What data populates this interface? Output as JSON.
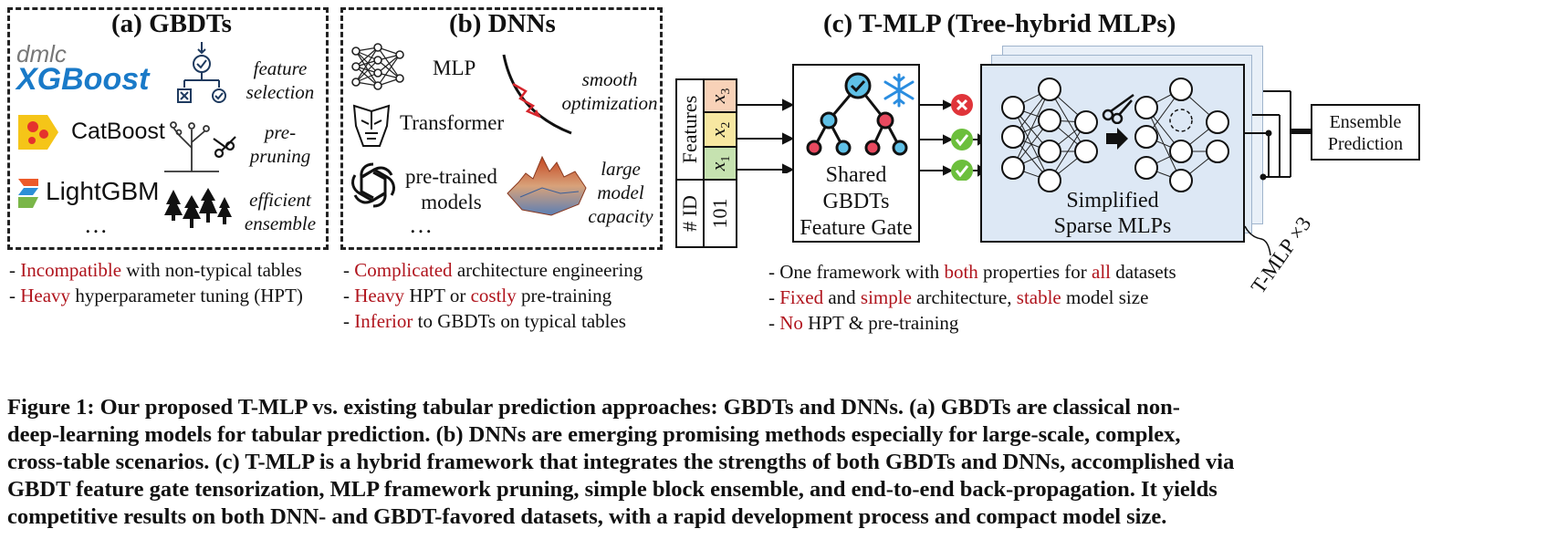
{
  "panels": {
    "gbdt": {
      "title": "(a) GBDTs",
      "logos": {
        "dmlc": "dmlc",
        "xgboost": "XGBoost",
        "catboost": "CatBoost",
        "lightgbm": "LightGBM",
        "more": "…"
      },
      "props": {
        "feature_selection": [
          "feature",
          "selection"
        ],
        "pre_pruning": [
          "pre-",
          "pruning"
        ],
        "efficient_ensemble": [
          "efficient",
          "ensemble"
        ]
      },
      "bullets": [
        {
          "prefix": "- ",
          "red": "Incompatible",
          "rest": " with non-typical tables"
        },
        {
          "prefix": "- ",
          "red": "Heavy",
          "rest": " hyperparameter tuning (HPT)"
        }
      ]
    },
    "dnn": {
      "title": "(b) DNNs",
      "items": {
        "mlp": "MLP",
        "transformer": "Transformer",
        "pretrained": [
          "pre-trained",
          "models"
        ],
        "more": "…"
      },
      "props": {
        "smooth": [
          "smooth",
          "optimization"
        ],
        "large": [
          "large",
          "model",
          "capacity"
        ]
      },
      "bullets": [
        {
          "prefix": "- ",
          "red": "Complicated",
          "rest": " architecture engineering",
          "red2": "",
          "rest2": ""
        },
        {
          "prefix": "- ",
          "red": "Heavy",
          "rest": " HPT or ",
          "red2": "costly",
          "rest2": " pre-training"
        },
        {
          "prefix": "- ",
          "red": "Inferior",
          "rest": " to GBDTs on typical tables",
          "red2": "",
          "rest2": ""
        }
      ]
    },
    "tmlp": {
      "title": "(c) T-MLP (Tree-hybrid MLPs)",
      "table": {
        "features": "Features",
        "x3": "x",
        "x2": "x",
        "x1": "x",
        "sub3": "3",
        "sub2": "2",
        "sub1": "1",
        "id": "# ID",
        "id_val": "101"
      },
      "gate": [
        "Shared",
        "GBDTs",
        "Feature Gate"
      ],
      "mlp": [
        "Simplified",
        "Sparse MLPs"
      ],
      "stack": "T-MLP ×3",
      "ensemble": [
        "Ensemble",
        "Prediction"
      ],
      "bullets": {
        "l1": {
          "a": "- One framework with ",
          "b": "both",
          "c": " properties for ",
          "d": "all",
          "e": " datasets"
        },
        "l2": {
          "a": "- ",
          "b": "Fixed",
          "c": " and ",
          "d": "simple",
          "e": " architecture, ",
          "f": "stable",
          "g": " model size"
        },
        "l3": {
          "a": "- ",
          "b": "No",
          "c": " HPT & pre-training"
        }
      }
    }
  },
  "colors": {
    "red": "#b0141d",
    "mlp_fill": "#dde8f5",
    "x3": "#f8d2b8",
    "x2": "#f7e7a1",
    "x1": "#c6e2b0",
    "check": "#6cbf3c",
    "cross": "#e0343a",
    "node_blue": "#5fc0e6",
    "node_red": "#e8495f",
    "snow": "#2a8de0"
  },
  "caption": [
    "Figure 1: Our proposed T-MLP vs. existing tabular prediction approaches: GBDTs and DNNs. (a) GBDTs are classical non-",
    "deep-learning models for tabular prediction. (b) DNNs are emerging promising methods especially for large-scale, complex,",
    "cross-table scenarios. (c) T-MLP is a hybrid framework that integrates the strengths of both GBDTs and DNNs, accomplished via",
    "GBDT feature gate tensorization, MLP framework pruning, simple block ensemble, and end-to-end back-propagation. It yields",
    "competitive results on both DNN- and GBDT-favored datasets, with a rapid development process and compact model size."
  ]
}
